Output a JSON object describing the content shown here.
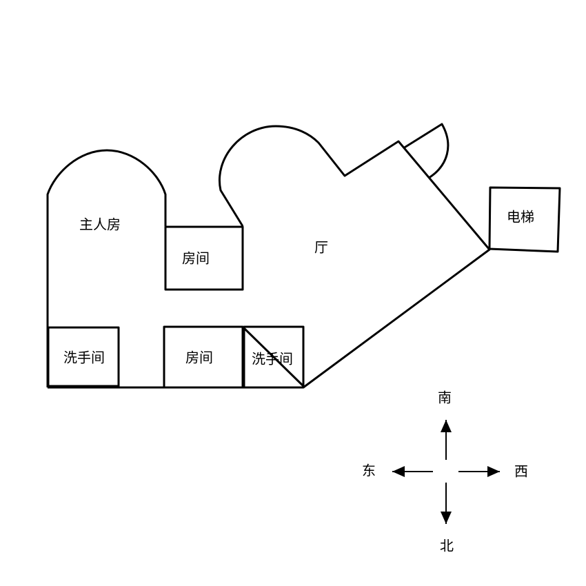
{
  "rooms": {
    "master_bedroom": "主人房",
    "room_upper": "房间",
    "living_room": "厅",
    "elevator": "电梯",
    "bathroom_left": "洗手间",
    "room_lower": "房间",
    "bathroom_right": "洗手间"
  },
  "compass": {
    "south": "南",
    "north": "北",
    "east": "东",
    "west": "西"
  }
}
